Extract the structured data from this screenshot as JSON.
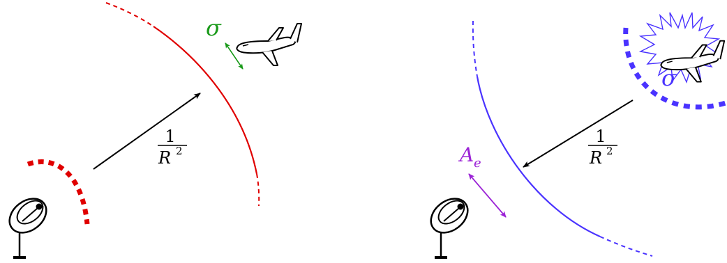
{
  "colors": {
    "transmit_wave": "#e00000",
    "echo_wave": "#4a33ff",
    "cross_section": "#1a9a1a",
    "aperture": "#9b22d6",
    "ink": "#000000",
    "scatter": "#4a33ff"
  },
  "left_panel": {
    "sigma_label": "σ",
    "range_fraction": {
      "numerator": "1",
      "denominator_base": "R",
      "denominator_exp": "2"
    },
    "icons": [
      "radar-dish-icon",
      "airplane-icon"
    ]
  },
  "right_panel": {
    "sigma_label": "σ",
    "aperture_label": {
      "base": "A",
      "subscript": "e"
    },
    "range_fraction": {
      "numerator": "1",
      "denominator_base": "R",
      "denominator_exp": "2"
    },
    "icons": [
      "radar-dish-icon",
      "airplane-icon",
      "scatter-burst-icon"
    ]
  }
}
